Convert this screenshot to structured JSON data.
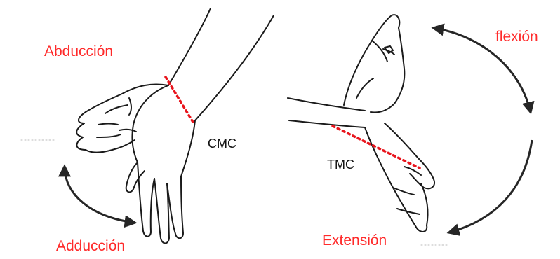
{
  "labels": {
    "abduccion": "Abducción",
    "aduccion": "Adducción",
    "cmc": "CMC",
    "flexion": "flexión",
    "tmc": "TMC",
    "extension": "Extensión"
  },
  "colors": {
    "label_red": "#ff2a2a",
    "axis_dots": "#e8141c",
    "line_art": "#1a1a1a",
    "arrow": "#262626"
  }
}
